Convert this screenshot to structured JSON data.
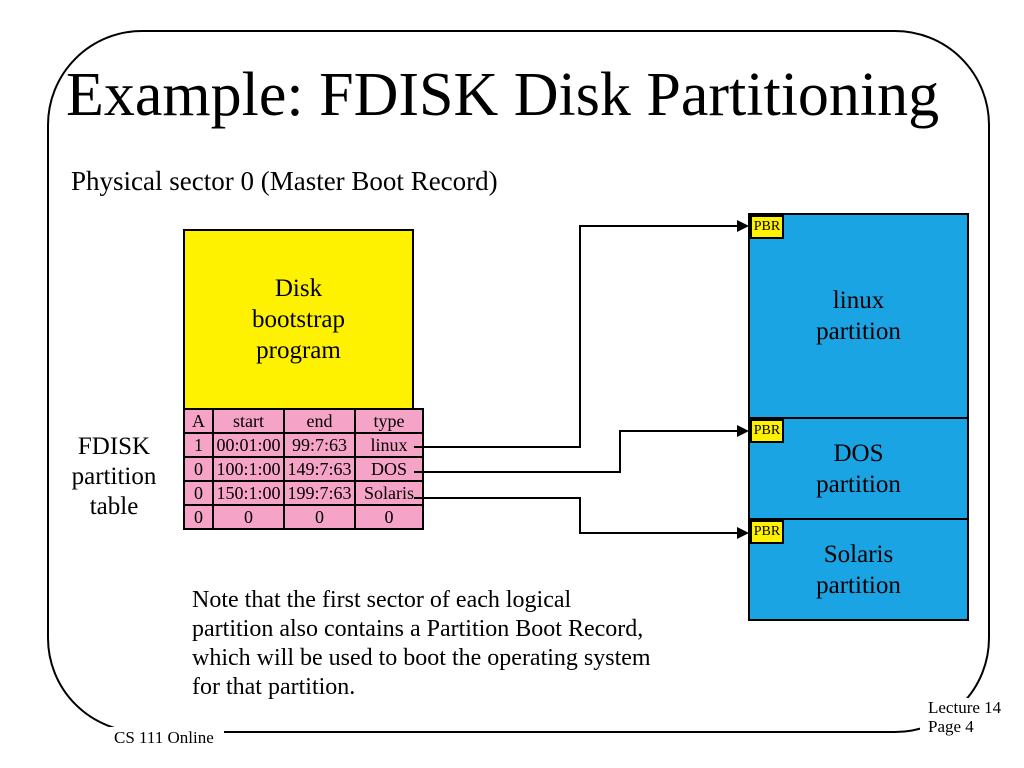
{
  "slide": {
    "title": "Example: FDISK Disk Partitioning",
    "subtitle": "Physical sector 0 (Master Boot Record)",
    "footer": {
      "course": "CS 111 Online",
      "lecture": "Lecture 14",
      "page": "Page 4"
    }
  },
  "colors": {
    "box_yellow": "#FEF200",
    "table_pink": "#F5A3C7",
    "partition_blue": "#1BA4E4",
    "line_black": "#000000"
  },
  "bootstrap_box": {
    "lines": [
      "Disk",
      "bootstrap",
      "program"
    ]
  },
  "fdisk_label": {
    "lines": [
      "FDISK",
      "partition",
      "table"
    ]
  },
  "partition_table": {
    "headers": [
      "A",
      "start",
      "end",
      "type"
    ],
    "rows": [
      [
        "1",
        "00:01:00",
        "99:7:63",
        "linux"
      ],
      [
        "0",
        "100:1:00",
        "149:7:63",
        "DOS"
      ],
      [
        "0",
        "150:1:00",
        "199:7:63",
        "Solaris"
      ],
      [
        "0",
        "0",
        "0",
        "0"
      ]
    ]
  },
  "pbr_label": "PBR",
  "partitions": [
    {
      "name": "linux",
      "lines": [
        "linux",
        "partition"
      ]
    },
    {
      "name": "DOS",
      "lines": [
        "DOS",
        "partition"
      ]
    },
    {
      "name": "Solaris",
      "lines": [
        "Solaris",
        "partition"
      ]
    }
  ],
  "note": {
    "lines": [
      "Note that the first sector of each logical",
      "partition also contains a Partition Boot Record,",
      "which will be used to boot the operating system",
      "for that partition."
    ]
  }
}
